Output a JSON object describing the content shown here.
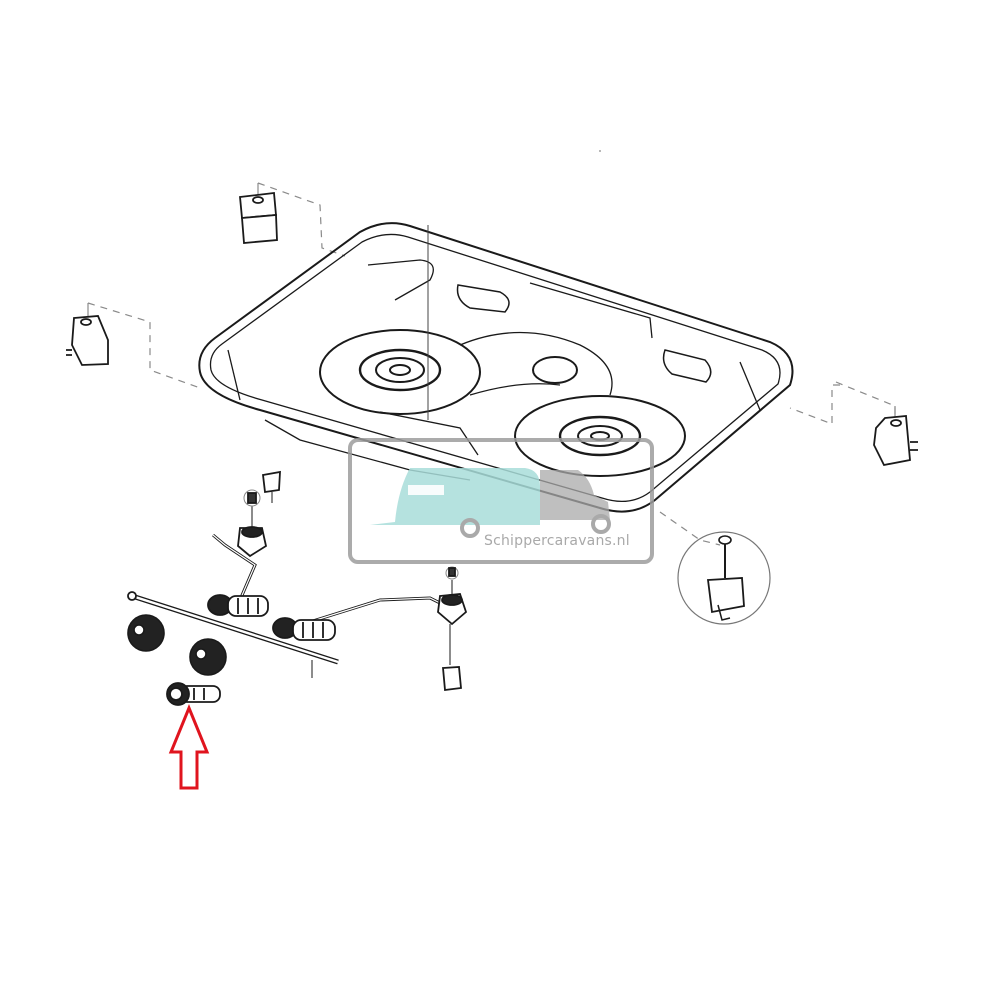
{
  "diagram": {
    "type": "exploded-parts-diagram",
    "subject": "two-burner gas hob assembly",
    "parts": [
      {
        "id": "hob-tray",
        "label": "hob tray with two burners"
      },
      {
        "id": "burner-left",
        "label": "left burner"
      },
      {
        "id": "burner-right",
        "label": "right burner"
      },
      {
        "id": "pan-support-rest-left",
        "label": "rubber rest"
      },
      {
        "id": "pan-support-rest-right",
        "label": "rubber rest"
      },
      {
        "id": "mount-clip-top",
        "label": "mounting clip"
      },
      {
        "id": "mount-clip-left",
        "label": "mounting clip"
      },
      {
        "id": "mount-clip-right",
        "label": "mounting clip"
      },
      {
        "id": "mount-clip-detail",
        "label": "mounting clip detail (circled)"
      },
      {
        "id": "gas-rail",
        "label": "gas supply rail"
      },
      {
        "id": "gas-valve-left",
        "label": "gas valve"
      },
      {
        "id": "gas-valve-right",
        "label": "gas valve"
      },
      {
        "id": "thermocouple-left",
        "label": "thermocouple"
      },
      {
        "id": "thermocouple-right",
        "label": "thermocouple"
      },
      {
        "id": "control-knob-1",
        "label": "control knob"
      },
      {
        "id": "control-knob-2",
        "label": "control knob"
      },
      {
        "id": "ignition-part",
        "label": "highlighted part (ignition / spindle)"
      }
    ],
    "highlight": {
      "target": "ignition-part",
      "indicator": "arrow",
      "color": "#e0141e"
    }
  },
  "watermark": {
    "text": "Schippercaravans.nl",
    "logo": "caravan-and-car-icon",
    "frame_color": "#9c9c9c",
    "caravan_color": "#a8ddd9",
    "car_color": "#a9a9a9"
  },
  "colors": {
    "line": "#1a1a1a",
    "dash": "#8a8a8a",
    "arrow": "#e0141e",
    "background": "#ffffff"
  }
}
